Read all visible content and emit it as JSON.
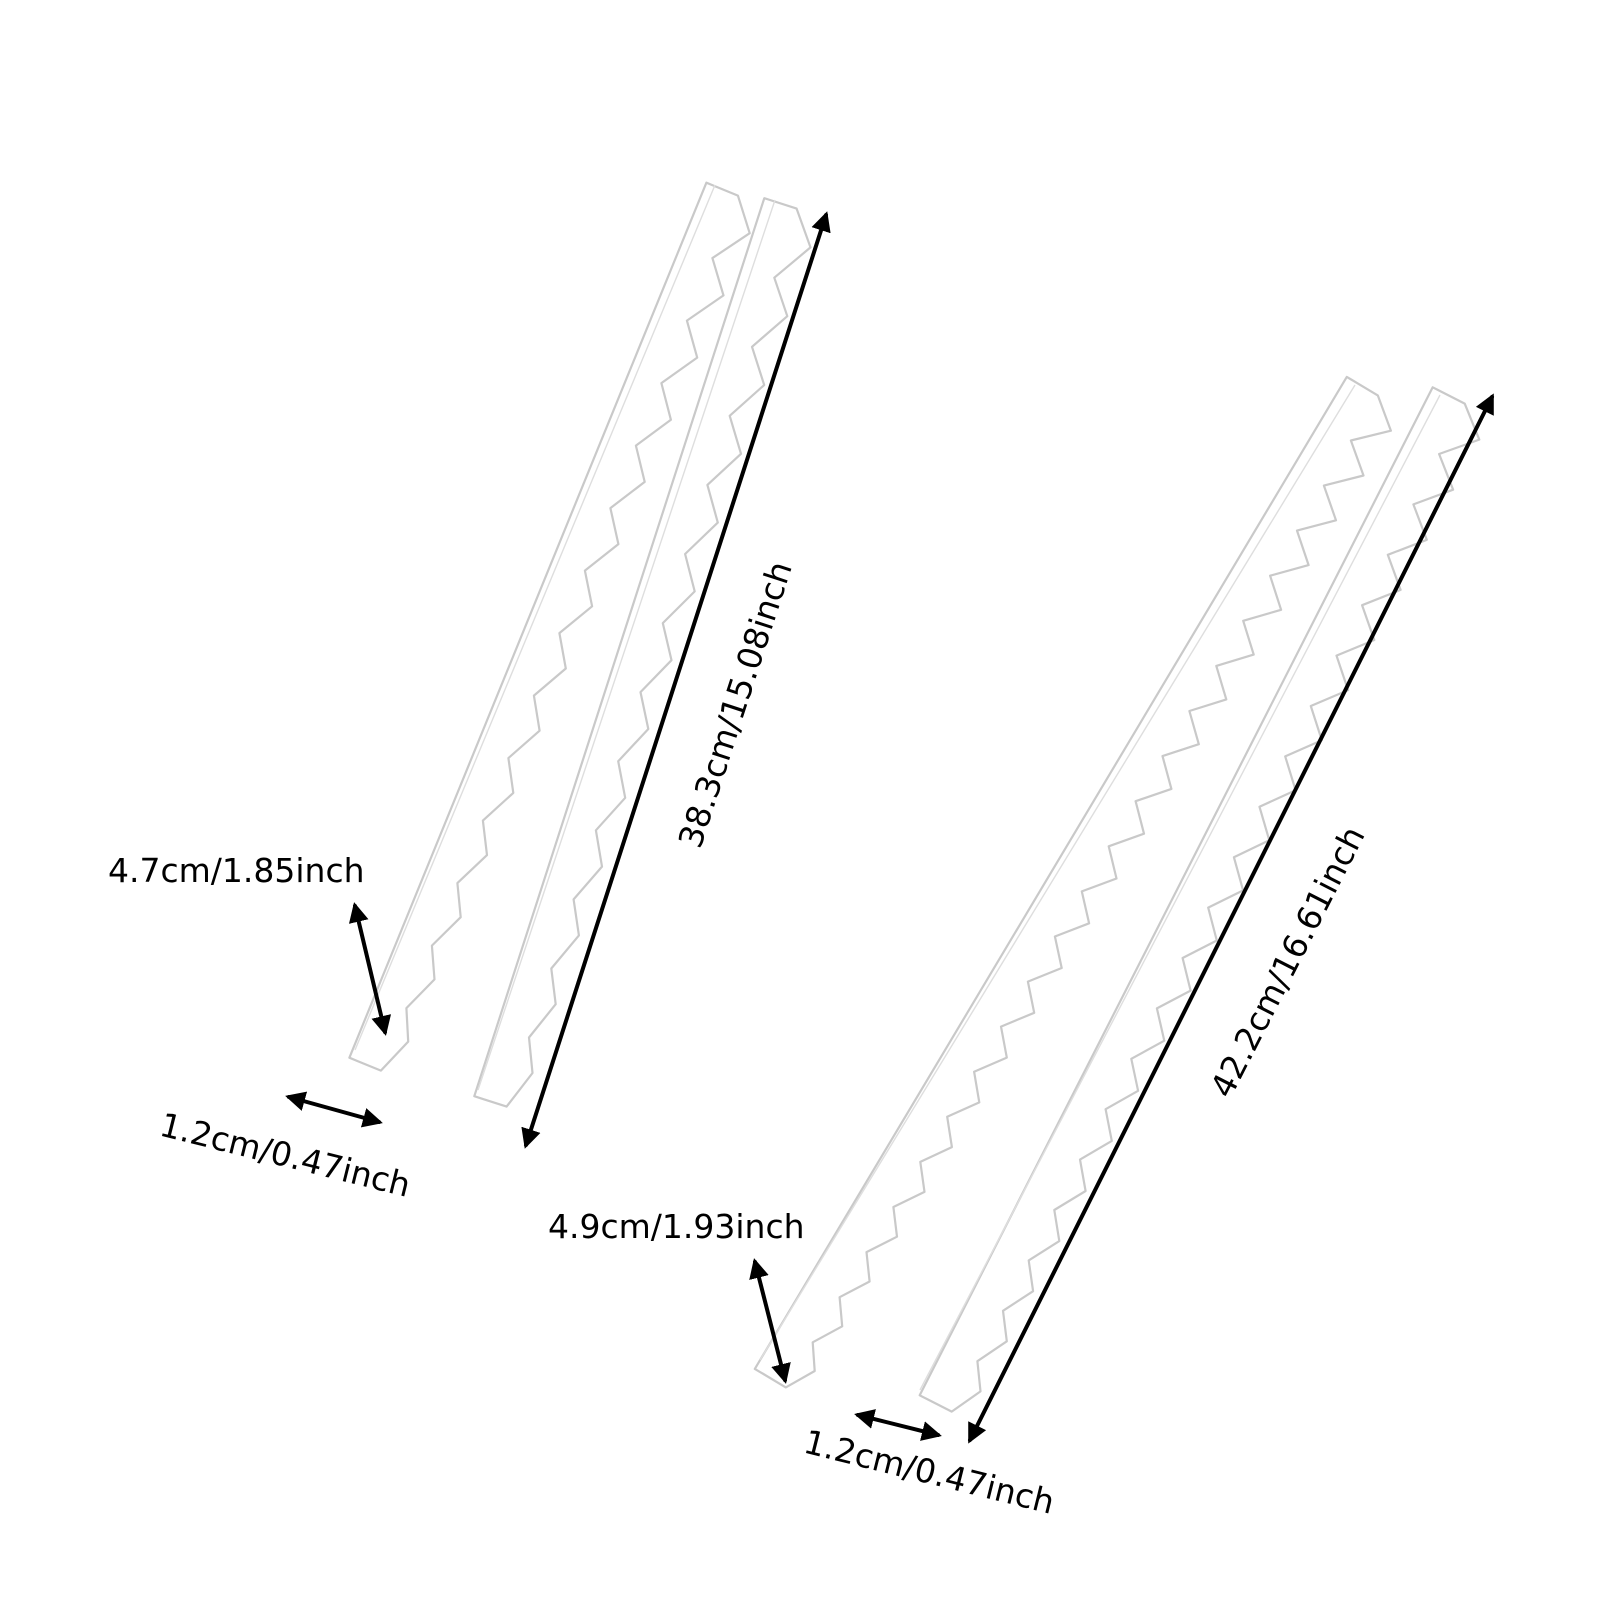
{
  "dimensions": {
    "small_rack": {
      "length_label": "38.3cm/15.08inch",
      "height_label": "4.7cm/1.85inch",
      "thickness_label": "1.2cm/0.47inch"
    },
    "large_rack": {
      "length_label": "42.2cm/16.61inch",
      "height_label": "4.9cm/1.93inch",
      "thickness_label": "1.2cm/0.47inch"
    }
  },
  "colors": {
    "outline": "#c9c9c9",
    "dimension": "#000000",
    "background": "#ffffff"
  }
}
